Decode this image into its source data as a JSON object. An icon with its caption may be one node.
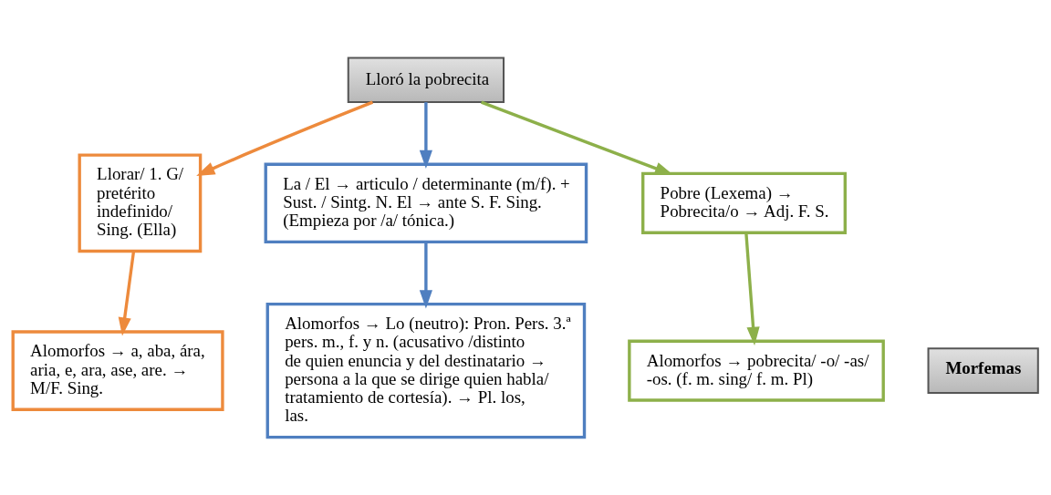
{
  "diagram": {
    "nodes": [
      {
        "text": [
          "Lloró la pobrecita"
        ]
      },
      {
        "text": [
          "Llorar/ 1. G/ pretérito indefinido/ Sing. (Ella)"
        ]
      },
      {
        "text": [
          "La / El → articulo / determinante (m/f). + Sust. / Sintg. N. El → ante S. F. Sing. (Empieza por /a/ tónica.)"
        ]
      },
      {
        "text": [
          "Pobre (Lexema) → Pobrecita/o → Adj. F. S."
        ]
      },
      {
        "text": [
          "Alomorfos → a, aba, ára, aria, e, ara, ase, are. → M/F. Sing."
        ]
      },
      {
        "text": [
          "Morfemas"
        ]
      },
      {
        "text": [
          "Alomorfos → Lo (neutro): Pron. Pers. 3.ª pers. m., f. y n. (acusativo /distinto de quien enuncia y del destinatario → persona a la que se dirige quien habla/ tratamiento de cortesía). → Pl. los, las."
        ]
      },
      {
        "text": [
          "Alomorfos → pobrecita/ -o/ -as/ -os. (f. m. sing/ f. m. Pl)"
        ]
      }
    ],
    "edges": [
      {
        "from": 0,
        "to": 1,
        "arrow": "to",
        "color": "#ed8a3c"
      },
      {
        "from": 0,
        "to": 2,
        "arrow": "to",
        "color": "#4f7fc0"
      },
      {
        "from": 0,
        "to": 3,
        "arrow": "to",
        "color": "#8db04a"
      },
      {
        "from": 1,
        "to": 4,
        "arrow": "to",
        "color": "#ed8a3c"
      },
      {
        "from": 2,
        "to": 6,
        "arrow": "to",
        "color": "#4f7fc0"
      },
      {
        "from": 3,
        "to": 7,
        "arrow": "to",
        "color": "#8db04a"
      }
    ]
  }
}
